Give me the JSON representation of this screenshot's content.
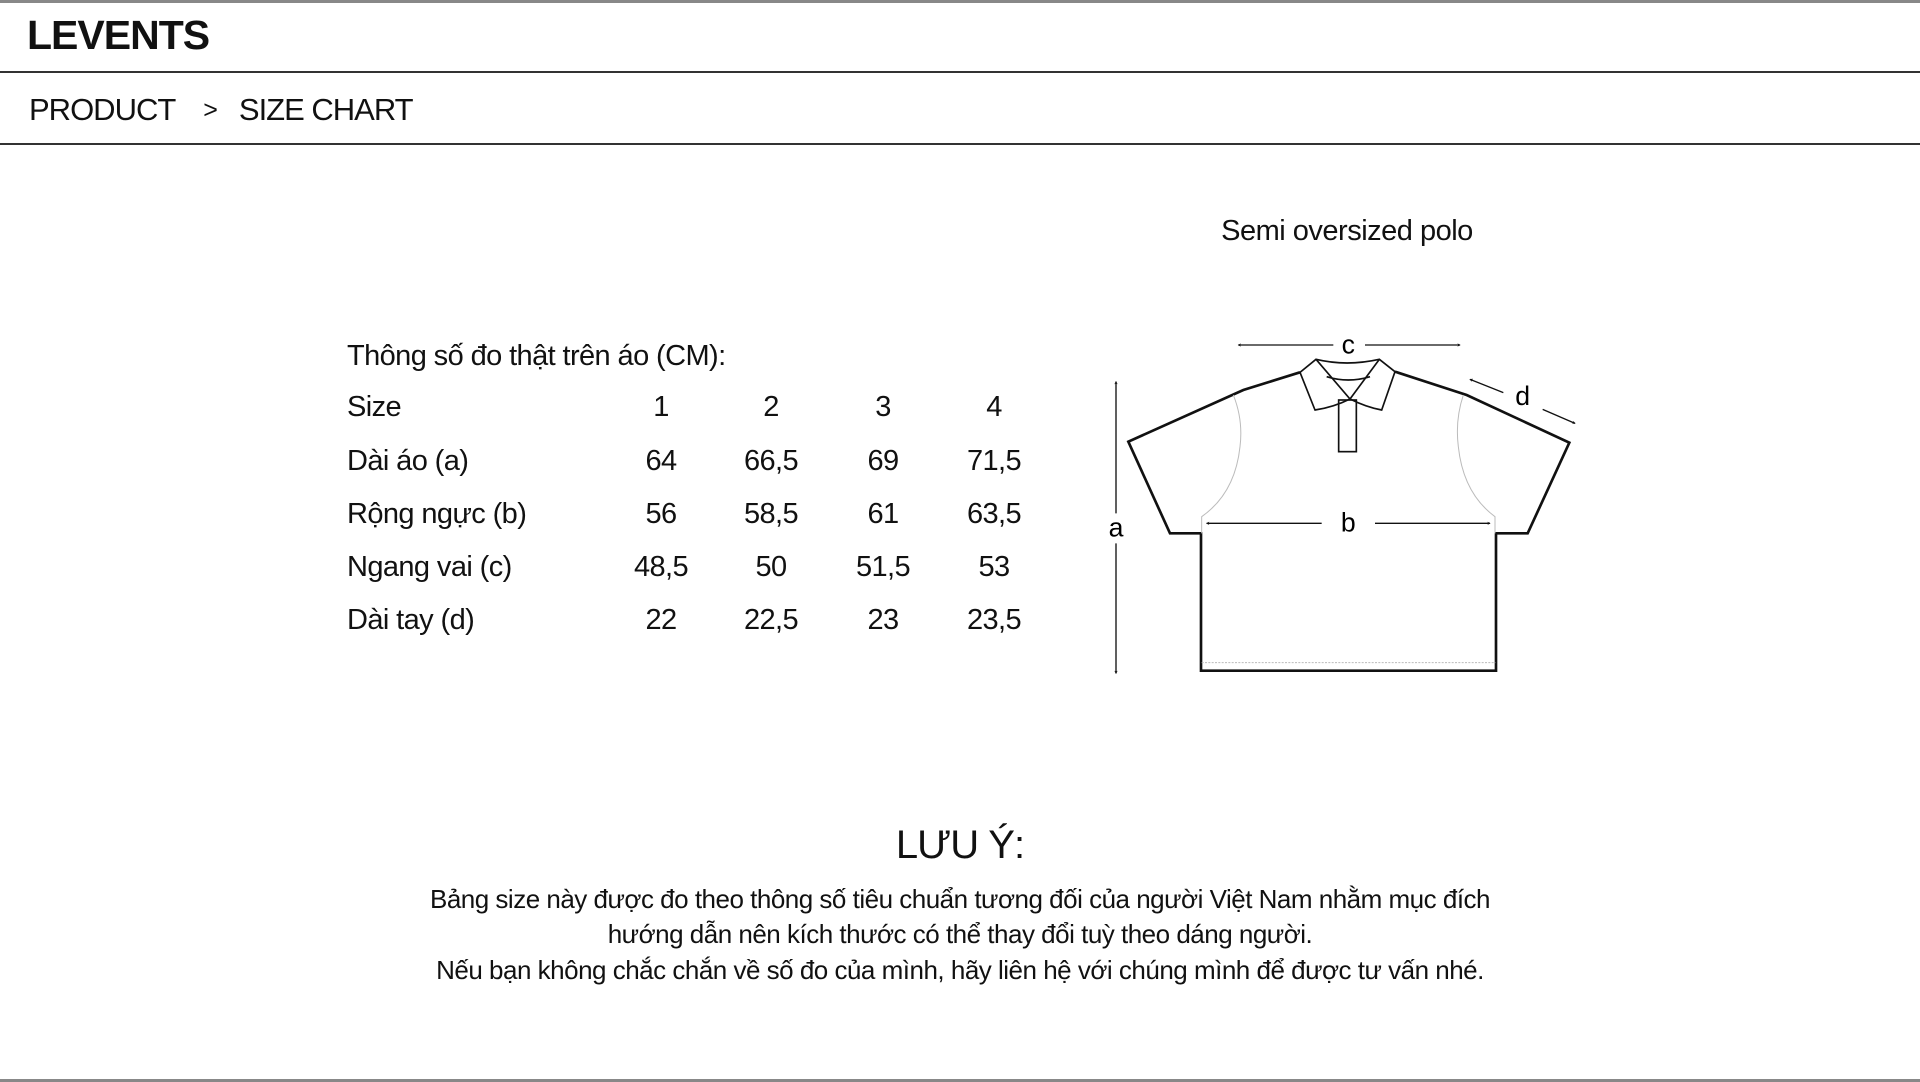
{
  "header": {
    "logo": "LEVENTS"
  },
  "breadcrumb": {
    "items": [
      "PRODUCT",
      "SIZE CHART"
    ],
    "separator": ">"
  },
  "product": {
    "title": "Semi oversized polo"
  },
  "size_table": {
    "caption": "Thông số đo thật trên áo (CM):",
    "header": {
      "label": "Size",
      "sizes": [
        "1",
        "2",
        "3",
        "4"
      ]
    },
    "rows": [
      {
        "label": "Dài áo (a)",
        "values": [
          "64",
          "66,5",
          "69",
          "71,5"
        ]
      },
      {
        "label": "Rộng ngực (b)",
        "values": [
          "56",
          "58,5",
          "61",
          "63,5"
        ]
      },
      {
        "label": "Ngang vai (c)",
        "values": [
          "48,5",
          "50",
          "51,5",
          "53"
        ]
      },
      {
        "label": "Dài tay (d)",
        "values": [
          "22",
          "22,5",
          "23",
          "23,5"
        ]
      }
    ]
  },
  "diagram": {
    "labels": {
      "a": "a",
      "b": "b",
      "c": "c",
      "d": "d"
    }
  },
  "note": {
    "title": "LƯU Ý:",
    "lines": [
      "Bảng size này được đo theo thông số tiêu chuẩn tương đối của người Việt Nam nhằm mục đích",
      "hướng dẫn nên kích thước có thể thay đổi tuỳ theo dáng người.",
      "Nếu bạn không chắc chắn về số đo của mình, hãy liên hệ với chúng mình để được tư vấn nhé."
    ]
  }
}
